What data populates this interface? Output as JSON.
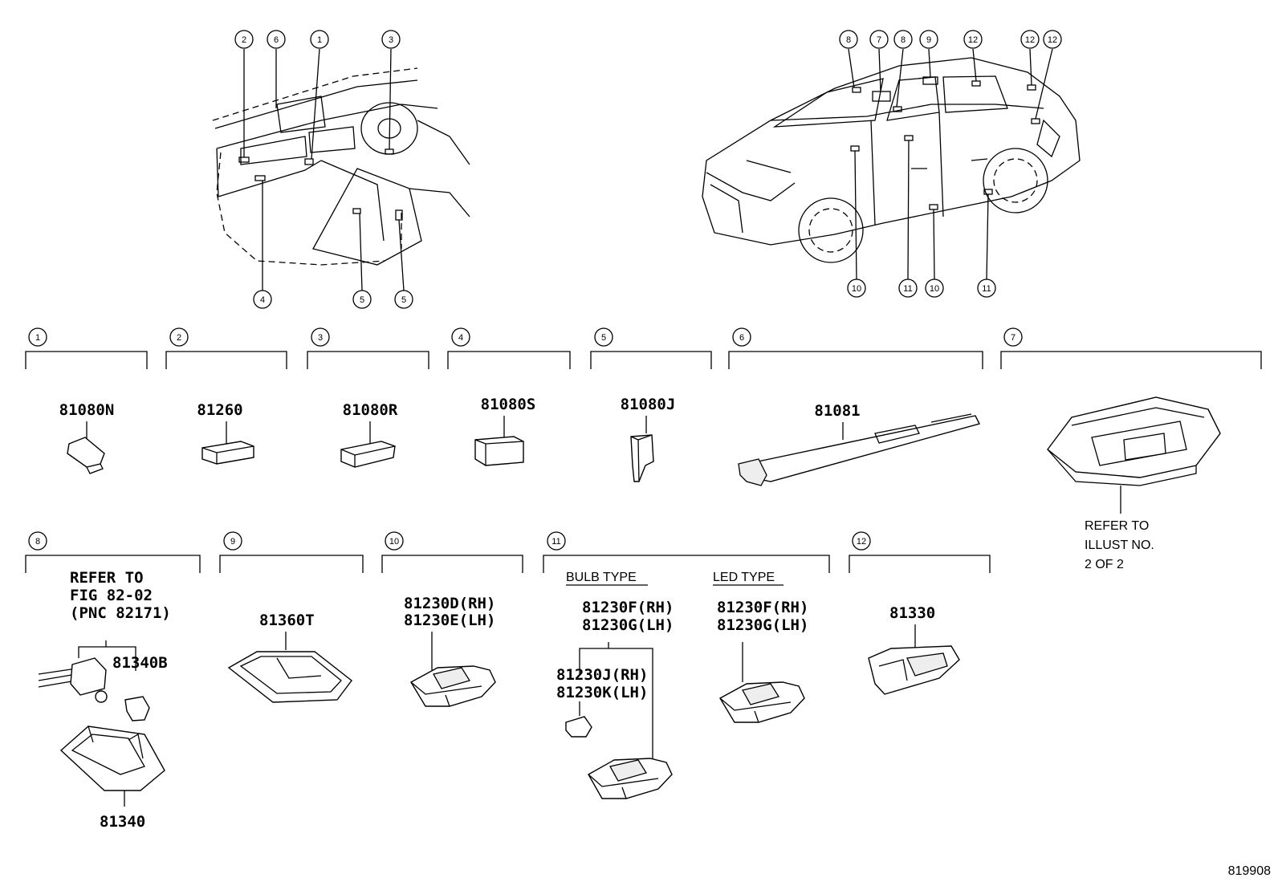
{
  "diagram_id": "819908",
  "groups": [
    {
      "num": "1",
      "parts": [
        {
          "pn": "81080N"
        }
      ]
    },
    {
      "num": "2",
      "parts": [
        {
          "pn": "81260"
        }
      ]
    },
    {
      "num": "3",
      "parts": [
        {
          "pn": "81080R"
        }
      ]
    },
    {
      "num": "4",
      "parts": [
        {
          "pn": "81080S"
        }
      ]
    },
    {
      "num": "5",
      "parts": [
        {
          "pn": "81080J"
        }
      ]
    },
    {
      "num": "6",
      "parts": [
        {
          "pn": "81081"
        }
      ]
    },
    {
      "num": "7",
      "note": [
        "REFER TO",
        "ILLUST NO.",
        "2 OF 2"
      ]
    },
    {
      "num": "8",
      "note": [
        "REFER TO",
        "FIG 82-02",
        "(PNC 82171)"
      ],
      "parts": [
        {
          "pn": "81340B"
        },
        {
          "pn": "81340"
        }
      ]
    },
    {
      "num": "9",
      "parts": [
        {
          "pn": "81360T"
        }
      ]
    },
    {
      "num": "10",
      "parts": [
        {
          "pn": "81230D(RH)"
        },
        {
          "pn": "81230E(LH)"
        }
      ]
    },
    {
      "num": "11",
      "bulb_type_label": "BULB TYPE",
      "led_type_label": "LED TYPE",
      "bulb_parts": [
        {
          "pn": "81230F(RH)"
        },
        {
          "pn": "81230G(LH)"
        },
        {
          "pn": "81230J(RH)"
        },
        {
          "pn": "81230K(LH)"
        }
      ],
      "led_parts": [
        {
          "pn": "81230F(RH)"
        },
        {
          "pn": "81230G(LH)"
        }
      ]
    },
    {
      "num": "12",
      "parts": [
        {
          "pn": "81330"
        }
      ]
    }
  ],
  "interior_callouts": {
    "top": [
      "2",
      "6",
      "1",
      "3"
    ],
    "bottom": [
      "4",
      "5",
      "5"
    ]
  },
  "exterior_callouts": {
    "top": [
      "8",
      "7",
      "8",
      "9",
      "12",
      "12",
      "12"
    ],
    "bottom": [
      "10",
      "11",
      "10",
      "11"
    ]
  }
}
